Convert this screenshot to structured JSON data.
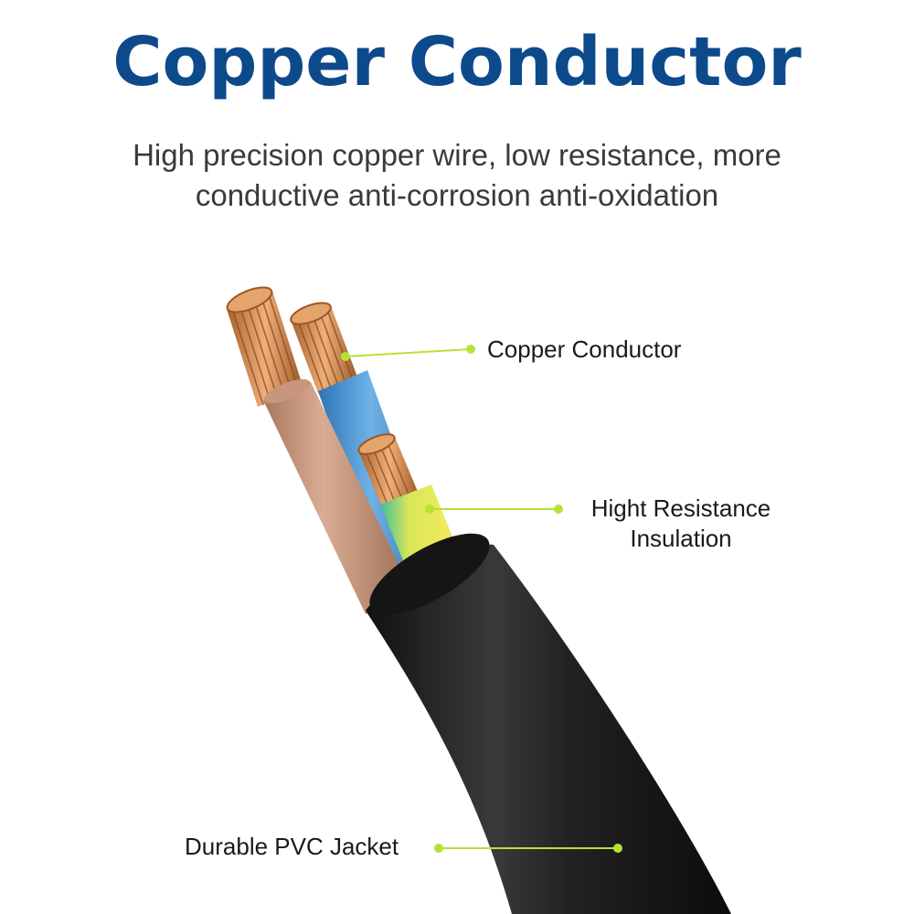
{
  "heading": {
    "title": "Copper Conductor",
    "subtitle_line1": "High precision copper wire, low resistance, more",
    "subtitle_line2": "conductive anti-corrosion anti-oxidation"
  },
  "callouts": {
    "copper_conductor": "Copper Conductor",
    "insulation_line1": "Hight Resistance",
    "insulation_line2": "Insulation",
    "jacket": "Durable PVC Jacket"
  },
  "colors": {
    "title": "#0d4a8c",
    "callout_line": "#b6e236",
    "jacket": "#1c1c1c",
    "brown_wire": "#c79a80",
    "blue_wire": "#4a95d6",
    "yellow_green_wire": "#e6e651",
    "copper": "#d08a4c"
  }
}
